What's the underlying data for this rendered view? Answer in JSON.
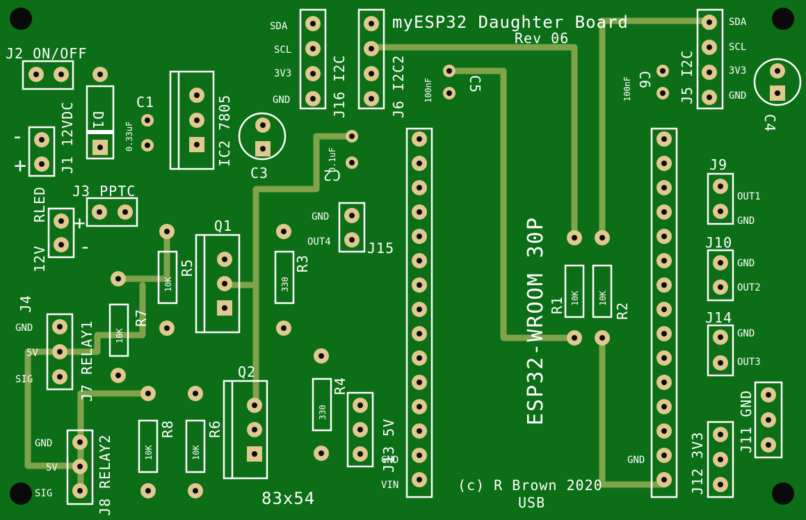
{
  "colors": {
    "board": "#0c6e16",
    "trace": "#7fa34a",
    "pad": "#e0c98f",
    "drill": "#0a0a0a",
    "silkscreen": "#ffffff",
    "mount_hole": "#0a0a0a"
  },
  "title": "myESP32 Daughter Board",
  "revision": "Rev 06",
  "copyright": "(c) R Brown 2020",
  "size_label": "83x54",
  "usb_label": "USB",
  "module_label": "ESP32-WROOM 30P",
  "labels": {
    "j2": "J2 ON/OFF",
    "d1": "D1",
    "c1": "C1",
    "c1_value": "0.33uF",
    "ic2": "IC2 7805",
    "c3": "C3",
    "c2": "C2",
    "c2_value": "0.1uF",
    "j16": "J16 I2C",
    "j6": "J6 I2C2",
    "c5": "C5",
    "c5_value": "100nF",
    "c6": "C6",
    "c6_value": "100nF",
    "j5": "J5 I2C",
    "c4": "C4",
    "j1": "J1 12VDC",
    "minus": "-",
    "plus": "+",
    "j3": "J3 PPTC",
    "rled": "RLED",
    "rled_12v": "12V",
    "q1": "Q1",
    "q2": "Q2",
    "r5": "R5",
    "r5_value": "10K",
    "r3": "R3",
    "r3_value": "330",
    "r7": "R7",
    "r7_value": "10K",
    "r4": "R4",
    "r4_value": "330",
    "r8": "R8",
    "r8_value": "10K",
    "r6": "R6",
    "r6_value": "10K",
    "r1": "R1",
    "r1_value": "10K",
    "r2": "R2",
    "r2_value": "10K",
    "j15": "J15",
    "j4": "J4",
    "j7": "J7 RELAY1",
    "j8": "J8 RELAY2",
    "j13": "J13 5V",
    "j9": "J9",
    "j10": "J10",
    "j14": "J14",
    "j11": "J11 GND",
    "j12": "J12 3V3"
  },
  "pin_labels": {
    "sda_left": "SDA",
    "scl_left": "SCL",
    "v33_left": "3V3",
    "gnd_left": "GND",
    "sda_right": "SDA",
    "scl_right": "SCL",
    "v33_right": "3V3",
    "gnd_right": "GND",
    "j15_gnd": "GND",
    "j15_out4": "OUT4",
    "j4_gnd": "GND",
    "j4_5v": "5V",
    "j4_sig": "SIG",
    "j8_gnd": "GND",
    "j8_5v": "5V",
    "j8_sig": "SIG",
    "esp_gnd_left": "GND",
    "esp_vin": "VIN",
    "esp_gnd_right": "GND",
    "j9_out1": "OUT1",
    "j9_gnd": "GND",
    "j10_gnd": "GND",
    "j10_out2": "OUT2",
    "j14_gnd": "GND",
    "j14_out3": "OUT3"
  }
}
